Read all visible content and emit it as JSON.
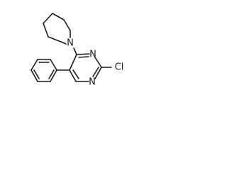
{
  "molecule": {
    "atoms": {
      "N_piperidine": "N",
      "N3": "N",
      "N1": "N",
      "Cl": "Cl"
    }
  }
}
